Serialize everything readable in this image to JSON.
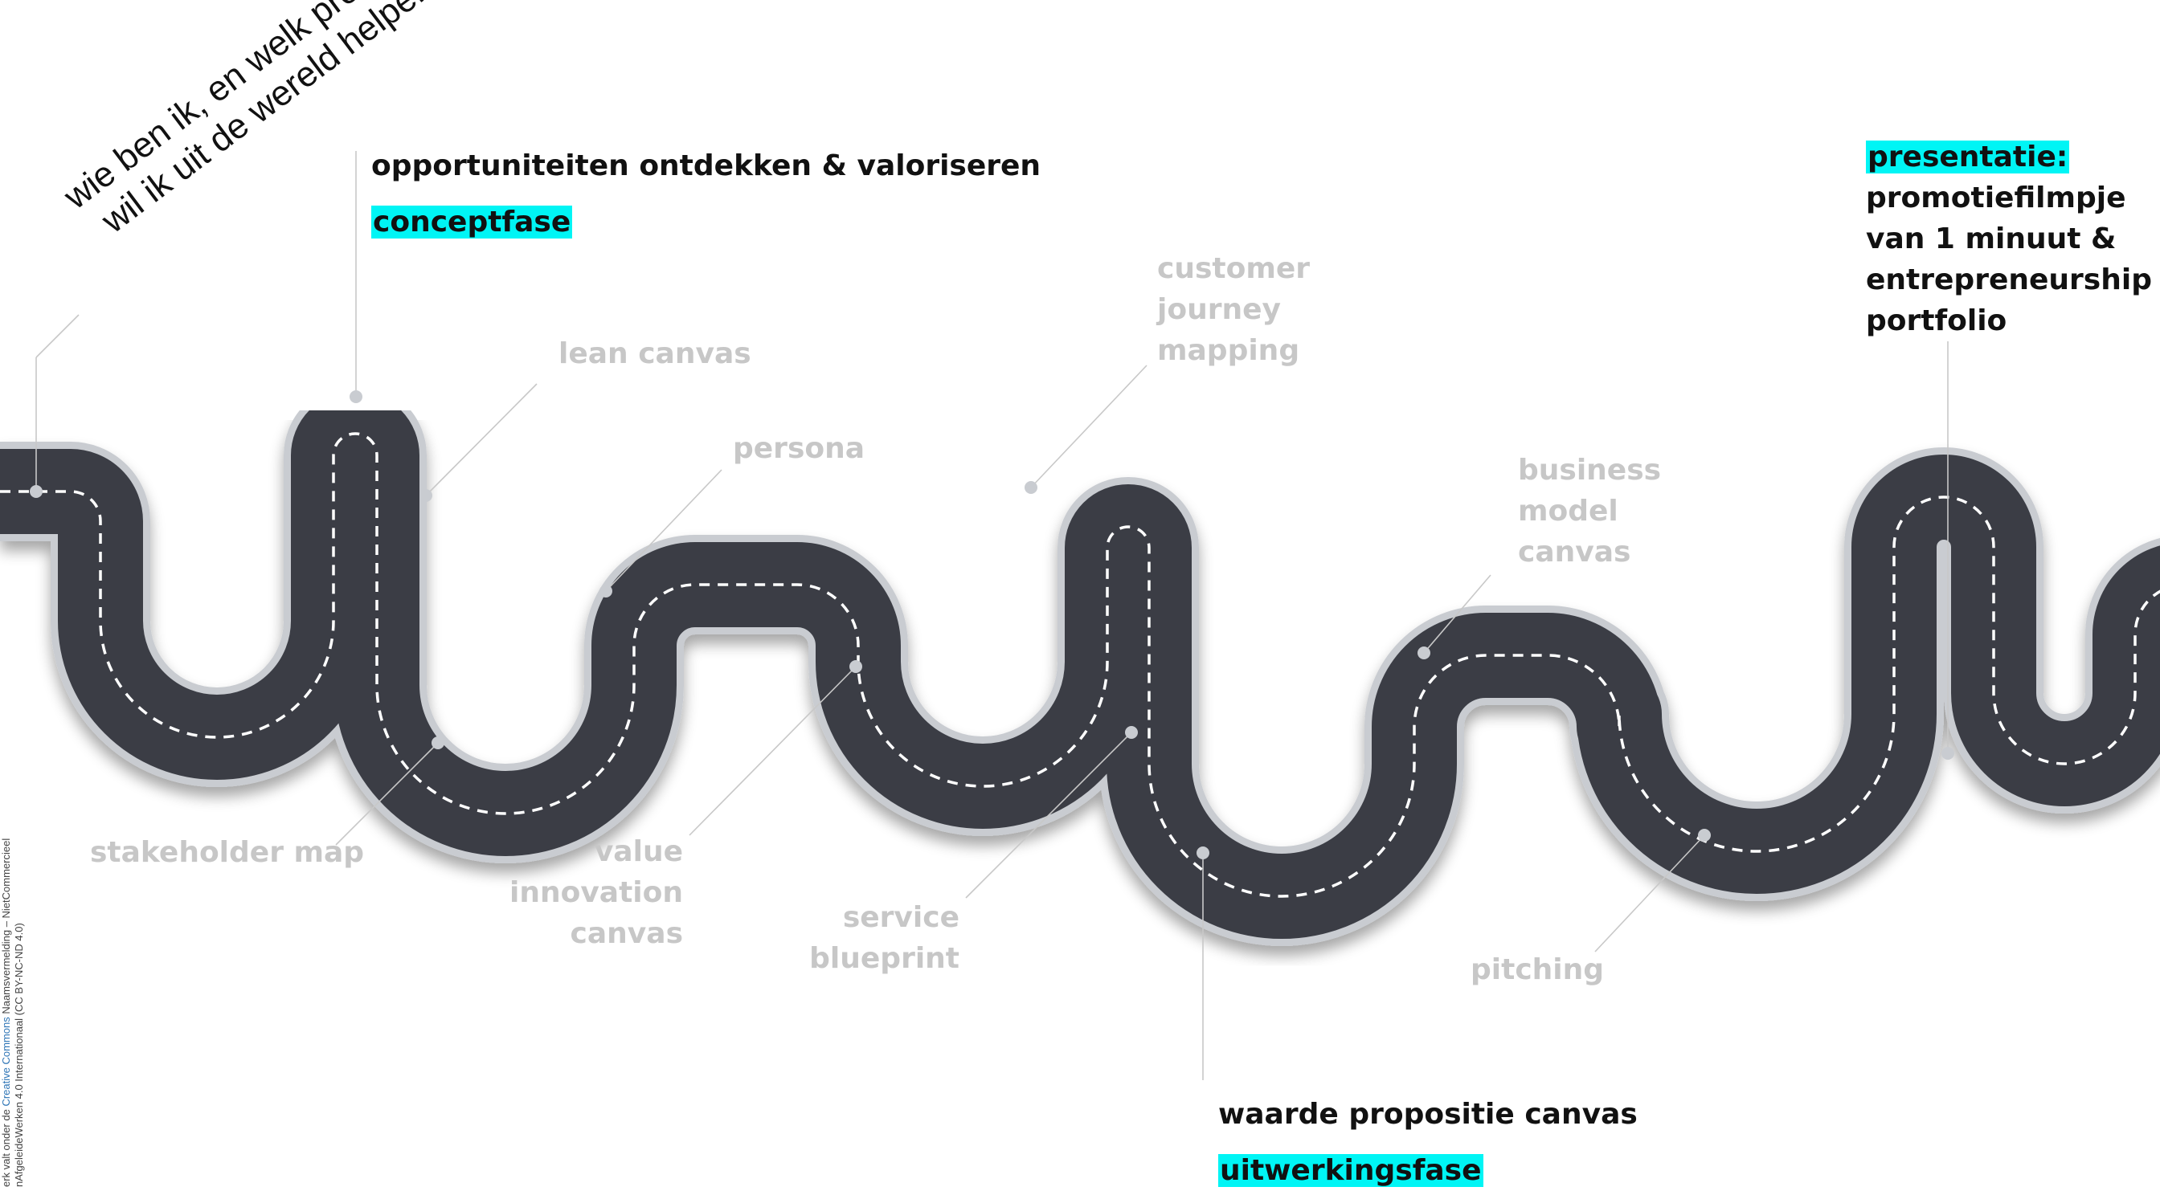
{
  "intro": {
    "line1": "wie ben ik, en welk probleem",
    "line2": "wil ik uit de wereld helpen?"
  },
  "phases": {
    "concept": {
      "title": "opportuniteiten ontdekken & valoriseren",
      "phase": "conceptfase"
    },
    "uitwerking": {
      "title": "waarde propositie canvas",
      "phase": "uitwerkingsfase"
    },
    "presentatie": {
      "phase": "presentatie:",
      "lines": [
        "promotiefilmpje",
        "van 1 minuut &",
        "entrepreneurship",
        "portfolio"
      ]
    }
  },
  "tools": {
    "lean_canvas": "lean canvas",
    "persona": "persona",
    "customer_journey": [
      "customer",
      "journey",
      "mapping"
    ],
    "business_model": [
      "business",
      "model",
      "canvas"
    ],
    "stakeholder_map": "stakeholder map",
    "value_innovation": [
      "value",
      "innovation",
      "canvas"
    ],
    "service_blueprint": [
      "service",
      "blueprint"
    ],
    "pitching": "pitching"
  },
  "license": {
    "line1_prefix": "erk valt onder de ",
    "line1_link": "Creative Commons",
    "line1_suffix": " Naamsvermelding – NietCommercieel",
    "line2": "nAfgeleideWerken 4.0 Internationaal (CC BY-NC-ND 4.0)"
  },
  "colors": {
    "road": "#3b3e45",
    "road_edge": "#c9ccd1",
    "highlight": "#00f5f5",
    "tool_label": "#c7c7c7",
    "leader_line": "#c8c8c8"
  }
}
